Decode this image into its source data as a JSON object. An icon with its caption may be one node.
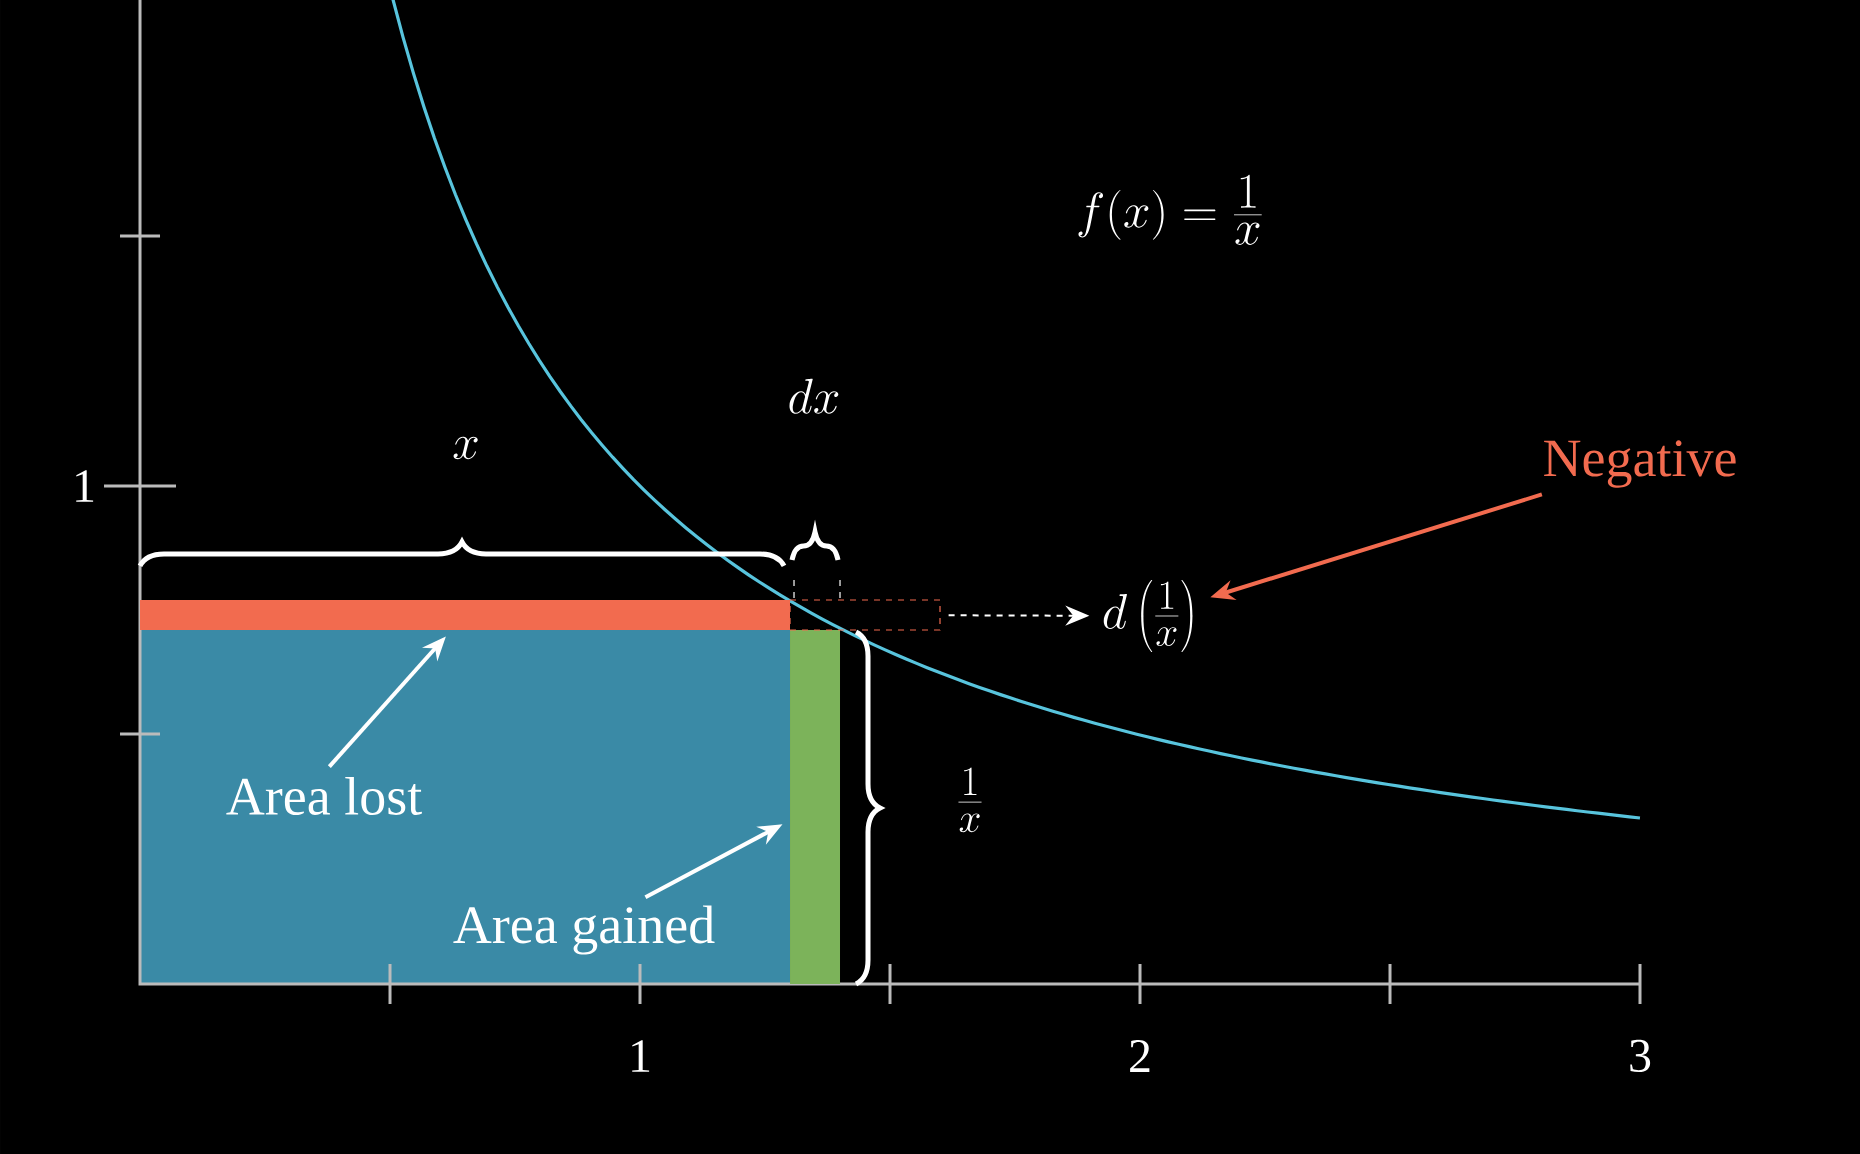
{
  "diagram": {
    "nodes": [
      {
        "text": [
          "Area lost"
        ]
      },
      {
        "text": [],
        "shape": "bar"
      },
      {
        "text": [
          "Area gained"
        ]
      },
      {
        "text": [],
        "shape": "bar"
      },
      {
        "text": [
          "Negative"
        ]
      },
      {
        "text": [
          "d\\left(\\frac{1}{x}\\right)"
        ]
      },
      {
        "text": [],
        "shape": "box"
      }
    ],
    "edges": [
      {
        "from": 0,
        "to": 1,
        "arrow": "to"
      },
      {
        "from": 2,
        "to": 3,
        "arrow": "to"
      },
      {
        "from": 4,
        "to": 5,
        "arrow": "to",
        "color": "#f26b4f"
      },
      {
        "from": 6,
        "to": 5,
        "arrow": "to",
        "style": "dashed"
      }
    ],
    "labels": [
      "1",
      "2",
      "3",
      "1",
      "f(x) = \\frac{1}{x}",
      "x",
      "dx",
      "\\frac{1}{x}"
    ]
  }
}
